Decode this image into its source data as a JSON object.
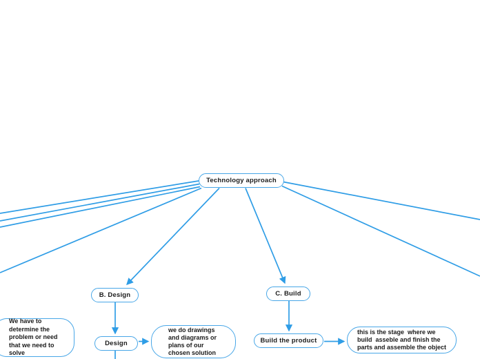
{
  "canvas": {
    "background_color": "#ffffff",
    "accent_color": "#2f9de6",
    "node_border_color": "#47a6e7",
    "text_color": "#1b1b1b"
  },
  "mindmap": {
    "root": {
      "label": "Technology approach"
    },
    "nodes": {
      "b_design": {
        "label": "B. Design"
      },
      "c_build": {
        "label": "C. Build"
      },
      "design": {
        "label": "Design"
      },
      "build_product": {
        "label": "Build the product"
      }
    },
    "notes": {
      "investigate": {
        "text": "We have to\ndetermine the\nproblem or need\nthat we need to\nsolve"
      },
      "design": {
        "text": "we do drawings\nand diagrams or\nplans of our\nchosen solution"
      },
      "build": {
        "text": "this is the stage  where we\nbuild  asseble and finish the\nparts and assemble the object"
      }
    }
  }
}
